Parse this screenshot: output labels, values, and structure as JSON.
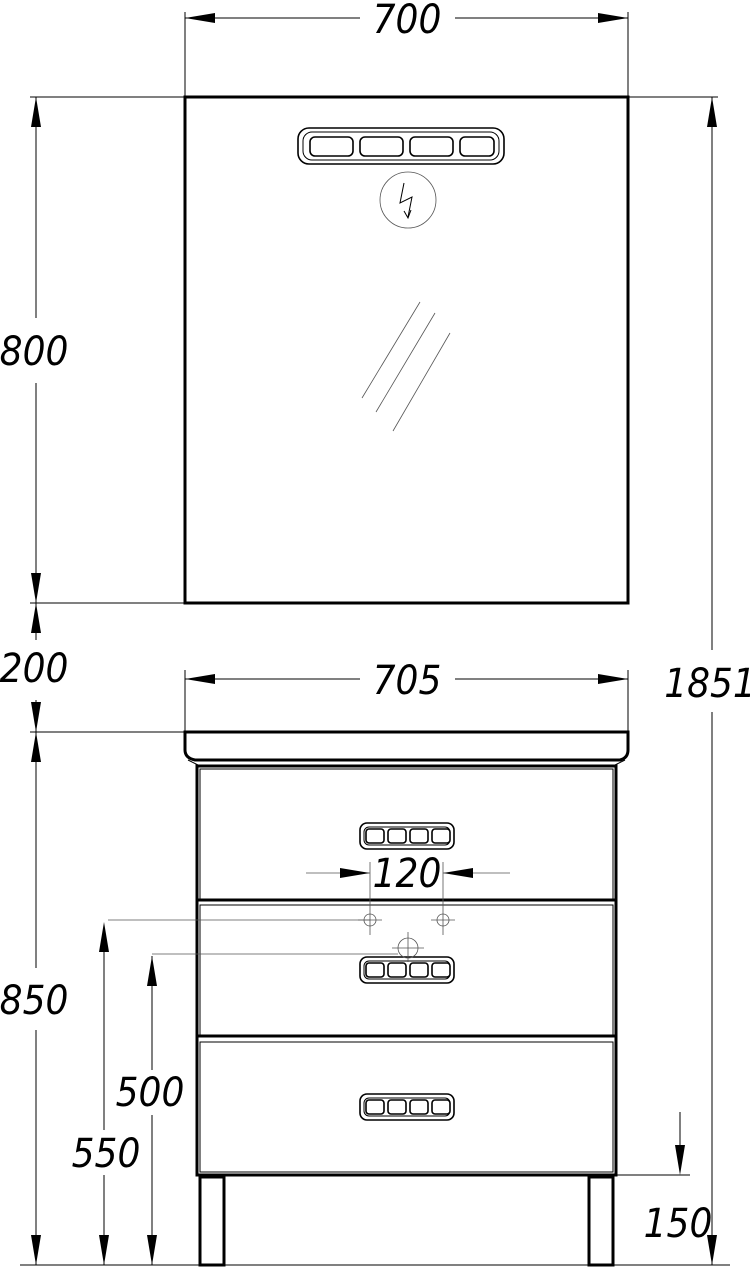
{
  "dimensions": {
    "mirror_width": "700",
    "mirror_height": "800",
    "gap": "200",
    "vanity_width": "705",
    "total_height": "1851",
    "tap_spacing": "120",
    "vanity_height": "850",
    "outlet_a": "500",
    "outlet_b": "550",
    "leg_height": "150"
  },
  "colors": {
    "line": "#000000",
    "background": "#ffffff"
  }
}
